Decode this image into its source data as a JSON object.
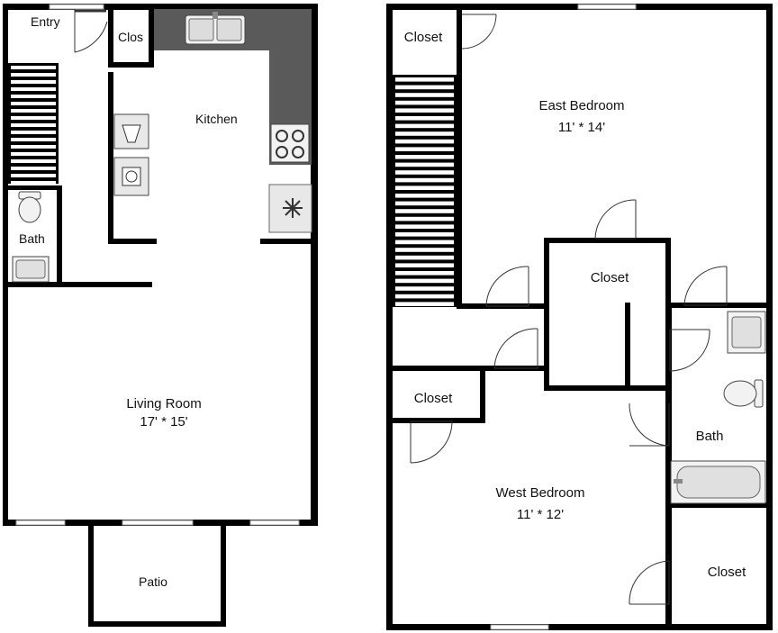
{
  "colors": {
    "wall": "#000000",
    "counter": "#5a5a5a",
    "fixture": "#e8e8e8",
    "floor": "#ffffff",
    "door_line": "#333333",
    "window_frame": "#999999"
  },
  "first_floor": {
    "entry": {
      "name": "Entry"
    },
    "closet": {
      "name": "Clos"
    },
    "kitchen": {
      "name": "Kitchen"
    },
    "bath": {
      "name": "Bath"
    },
    "living_room": {
      "name": "Living Room",
      "size": "17' * 15'"
    },
    "patio": {
      "name": "Patio"
    }
  },
  "second_floor": {
    "closet_nw": {
      "name": "Closet"
    },
    "east_bedroom": {
      "name": "East Bedroom",
      "size": "11' * 14'"
    },
    "closet_center": {
      "name": "Closet"
    },
    "closet_west": {
      "name": "Closet"
    },
    "bath": {
      "name": "Bath"
    },
    "west_bedroom": {
      "name": "West Bedroom",
      "size": "11' * 12'"
    },
    "closet_se": {
      "name": "Closet"
    }
  },
  "icons": [
    "sink-icon",
    "stove-icon",
    "refrigerator-icon",
    "washer-icon",
    "dryer-icon",
    "toilet-icon",
    "bathtub-icon",
    "stairs-icon",
    "door-swing-icon",
    "window-icon"
  ]
}
